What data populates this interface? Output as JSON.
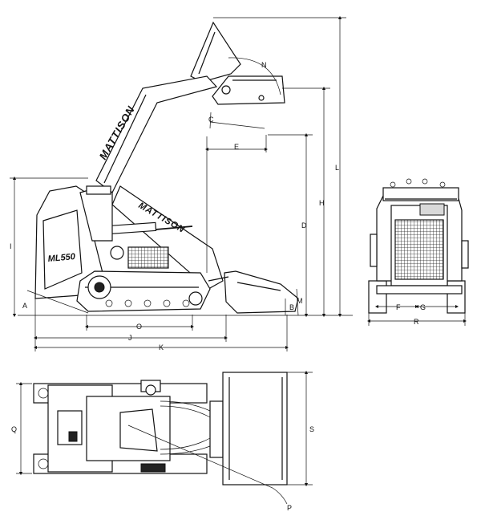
{
  "brand": {
    "boom_text": "MATTISON",
    "body_text": "MATTISON",
    "model_text": "ML550"
  },
  "dimension_labels": {
    "A": "A",
    "B": "B",
    "C": "C",
    "D": "D",
    "E": "E",
    "F": "F",
    "G": "G",
    "H": "H",
    "I": "I",
    "J": "J",
    "K": "K",
    "L": "L",
    "M": "M",
    "N": "N",
    "O": "O",
    "P": "P",
    "Q": "Q",
    "R": "R",
    "S": "S"
  },
  "colors": {
    "line": "#111111",
    "background": "#ffffff",
    "shade": "#d9d9d9"
  }
}
